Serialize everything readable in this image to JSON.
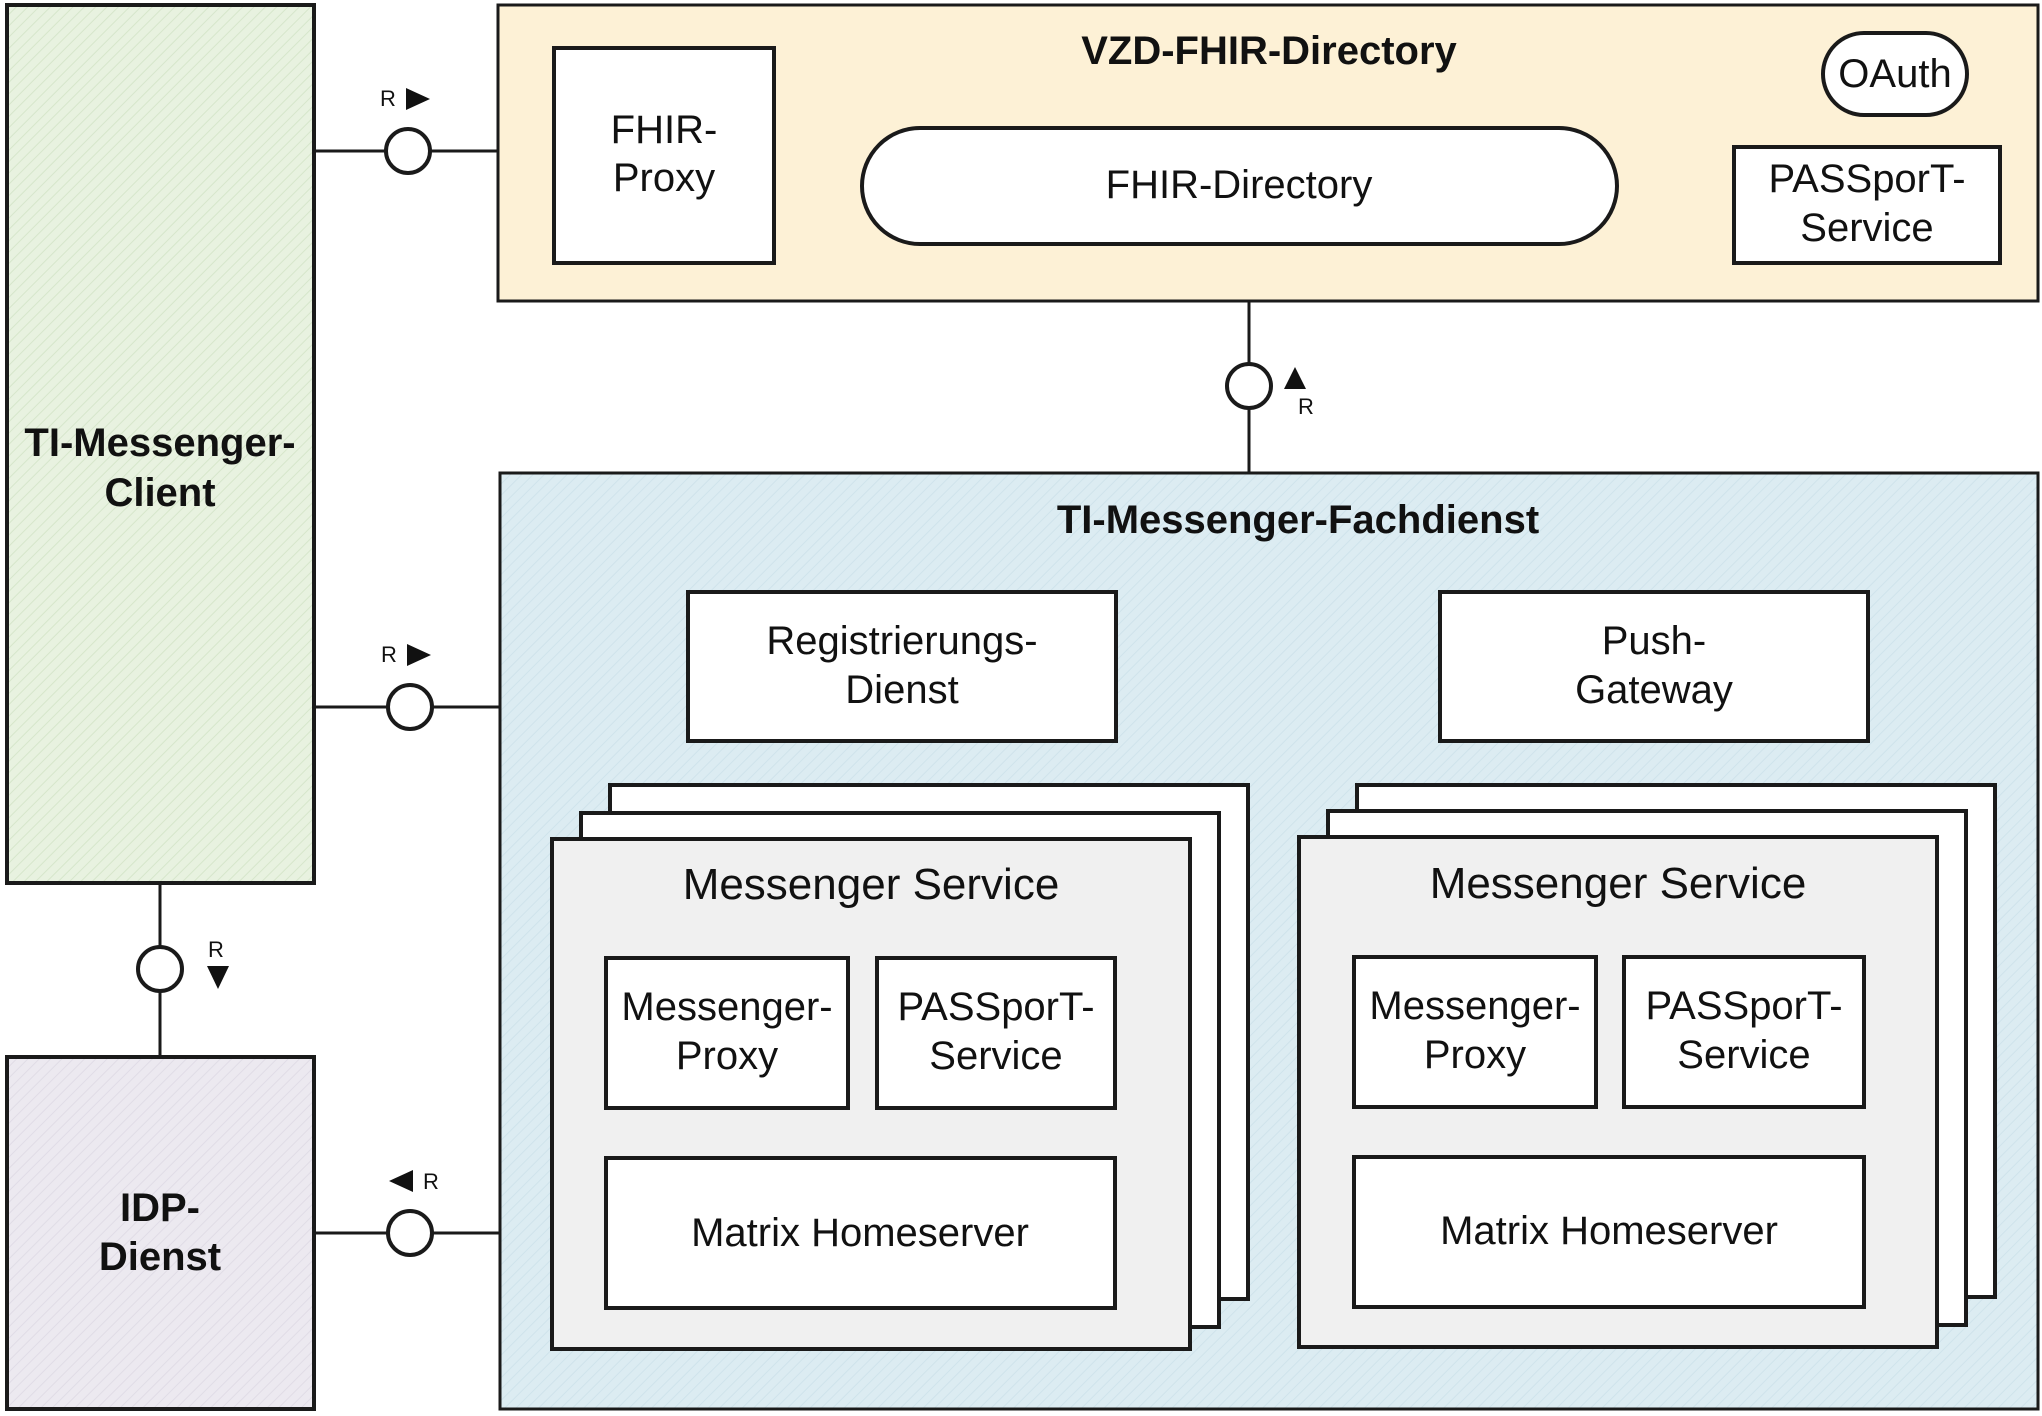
{
  "colors": {
    "client_fill": "#e8f2e0",
    "vzd_fill": "#fdf1d6",
    "fach_fill": "#dcecf2",
    "idp_fill": "#ece9f0",
    "service_fill": "#f0f0f0",
    "stroke": "#1a1a1a"
  },
  "client": {
    "line1": "TI-Messenger-",
    "line2": "Client"
  },
  "idp": {
    "line1": "IDP-",
    "line2": "Dienst"
  },
  "vzd": {
    "title": "VZD-FHIR-Directory",
    "fhir_proxy": {
      "line1": "FHIR-",
      "line2": "Proxy"
    },
    "fhir_directory": "FHIR-Directory",
    "oauth": "OAuth",
    "passport": {
      "line1": "PASSporT-",
      "line2": "Service"
    }
  },
  "fachdienst": {
    "title": "TI-Messenger-Fachdienst",
    "registrierung": {
      "line1": "Registrierungs-",
      "line2": "Dienst"
    },
    "push": {
      "line1": "Push-",
      "line2": "Gateway"
    },
    "services": [
      {
        "title": "Messenger Service",
        "proxy": {
          "line1": "Messenger-",
          "line2": "Proxy"
        },
        "passport": {
          "line1": "PASSporT-",
          "line2": "Service"
        },
        "homeserver": "Matrix Homeserver"
      },
      {
        "title": "Messenger Service",
        "proxy": {
          "line1": "Messenger-",
          "line2": "Proxy"
        },
        "passport": {
          "line1": "PASSporT-",
          "line2": "Service"
        },
        "homeserver": "Matrix Homeserver"
      }
    ]
  },
  "interfaces": {
    "client_vzd": "R",
    "fach_vzd": "R",
    "client_fach": "R",
    "client_idp": "R",
    "fach_idp": "R"
  }
}
